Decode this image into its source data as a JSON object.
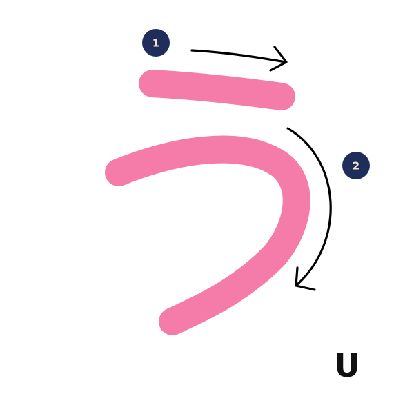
{
  "character": {
    "kana": "う",
    "romaji": "U",
    "stroke_color": "#f57ba8",
    "arrow_color": "#000000",
    "badge_color": "#1f2d5a",
    "badge_text_color": "#f3e6cf"
  },
  "strokes": [
    {
      "order": "1",
      "direction": "left-to-right"
    },
    {
      "order": "2",
      "direction": "curve-down-left"
    }
  ]
}
